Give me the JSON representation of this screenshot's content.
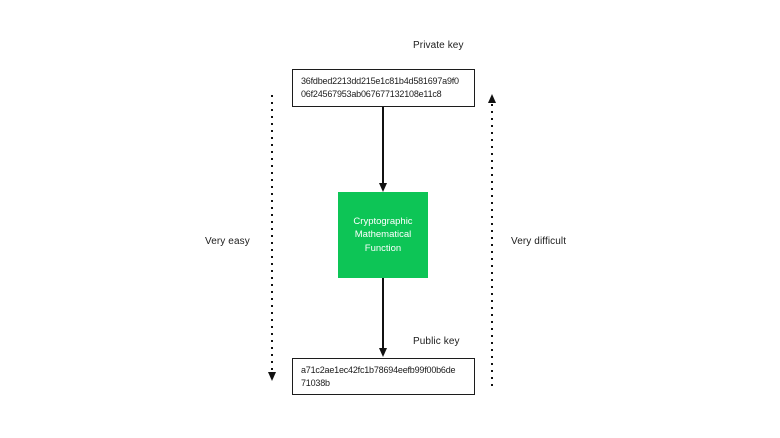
{
  "diagram": {
    "private_key": {
      "label": "Private key",
      "value": "36fdbed2213dd215e1c81b4d581697a9f006f24567953ab067677132108e11c8",
      "lines": [
        "36fdbed2213dd215e1c81b4d581697a9f0",
        "06f24567953ab067677132108e11c8"
      ]
    },
    "function": {
      "label": "Cryptographic Mathematical Function",
      "bg_color": "#0dc556",
      "text_color": "#ffffff"
    },
    "public_key": {
      "label": "Public key",
      "value": "a71c2ae1ec42fc1b78694eefb99f00b6de71038b",
      "lines": [
        "a71c2ae1ec42fc1b78694eefb99f00b6de",
        "71038b"
      ]
    },
    "annotations": {
      "left": "Very easy",
      "right": "Very difficult"
    },
    "colors": {
      "line": "#111111",
      "box_border": "#1c1c1c",
      "background": "#ffffff"
    }
  }
}
